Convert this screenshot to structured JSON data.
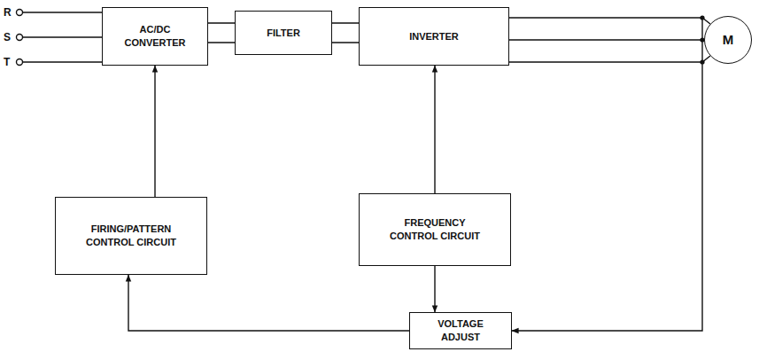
{
  "diagram": {
    "nodes": [
      {
        "text": [
          "AC/DC CONVERTER"
        ]
      },
      {
        "text": [
          "FILTER"
        ]
      },
      {
        "text": [
          "INVERTER"
        ]
      },
      {
        "text": [
          "M"
        ]
      },
      {
        "text": [
          "FIRING/PATTERN CONTROL CIRCUIT"
        ]
      },
      {
        "text": [
          "FREQUENCY CONTROL CIRCUIT"
        ]
      },
      {
        "text": [
          "VOLTAGE ADJUST"
        ]
      }
    ],
    "edges": [
      {
        "from": 0,
        "to": 1,
        "arrow": "none"
      },
      {
        "from": 1,
        "to": 2,
        "arrow": "none"
      },
      {
        "from": 2,
        "to": 3,
        "arrow": "none"
      },
      {
        "from": 4,
        "to": 0,
        "arrow": "to"
      },
      {
        "from": 5,
        "to": 2,
        "arrow": "to"
      },
      {
        "from": 5,
        "to": 6,
        "arrow": "to"
      },
      {
        "from": 6,
        "to": 4,
        "arrow": "to"
      },
      {
        "from": 3,
        "to": 6,
        "arrow": "to"
      }
    ],
    "labels": [
      "R",
      "S",
      "T"
    ]
  }
}
